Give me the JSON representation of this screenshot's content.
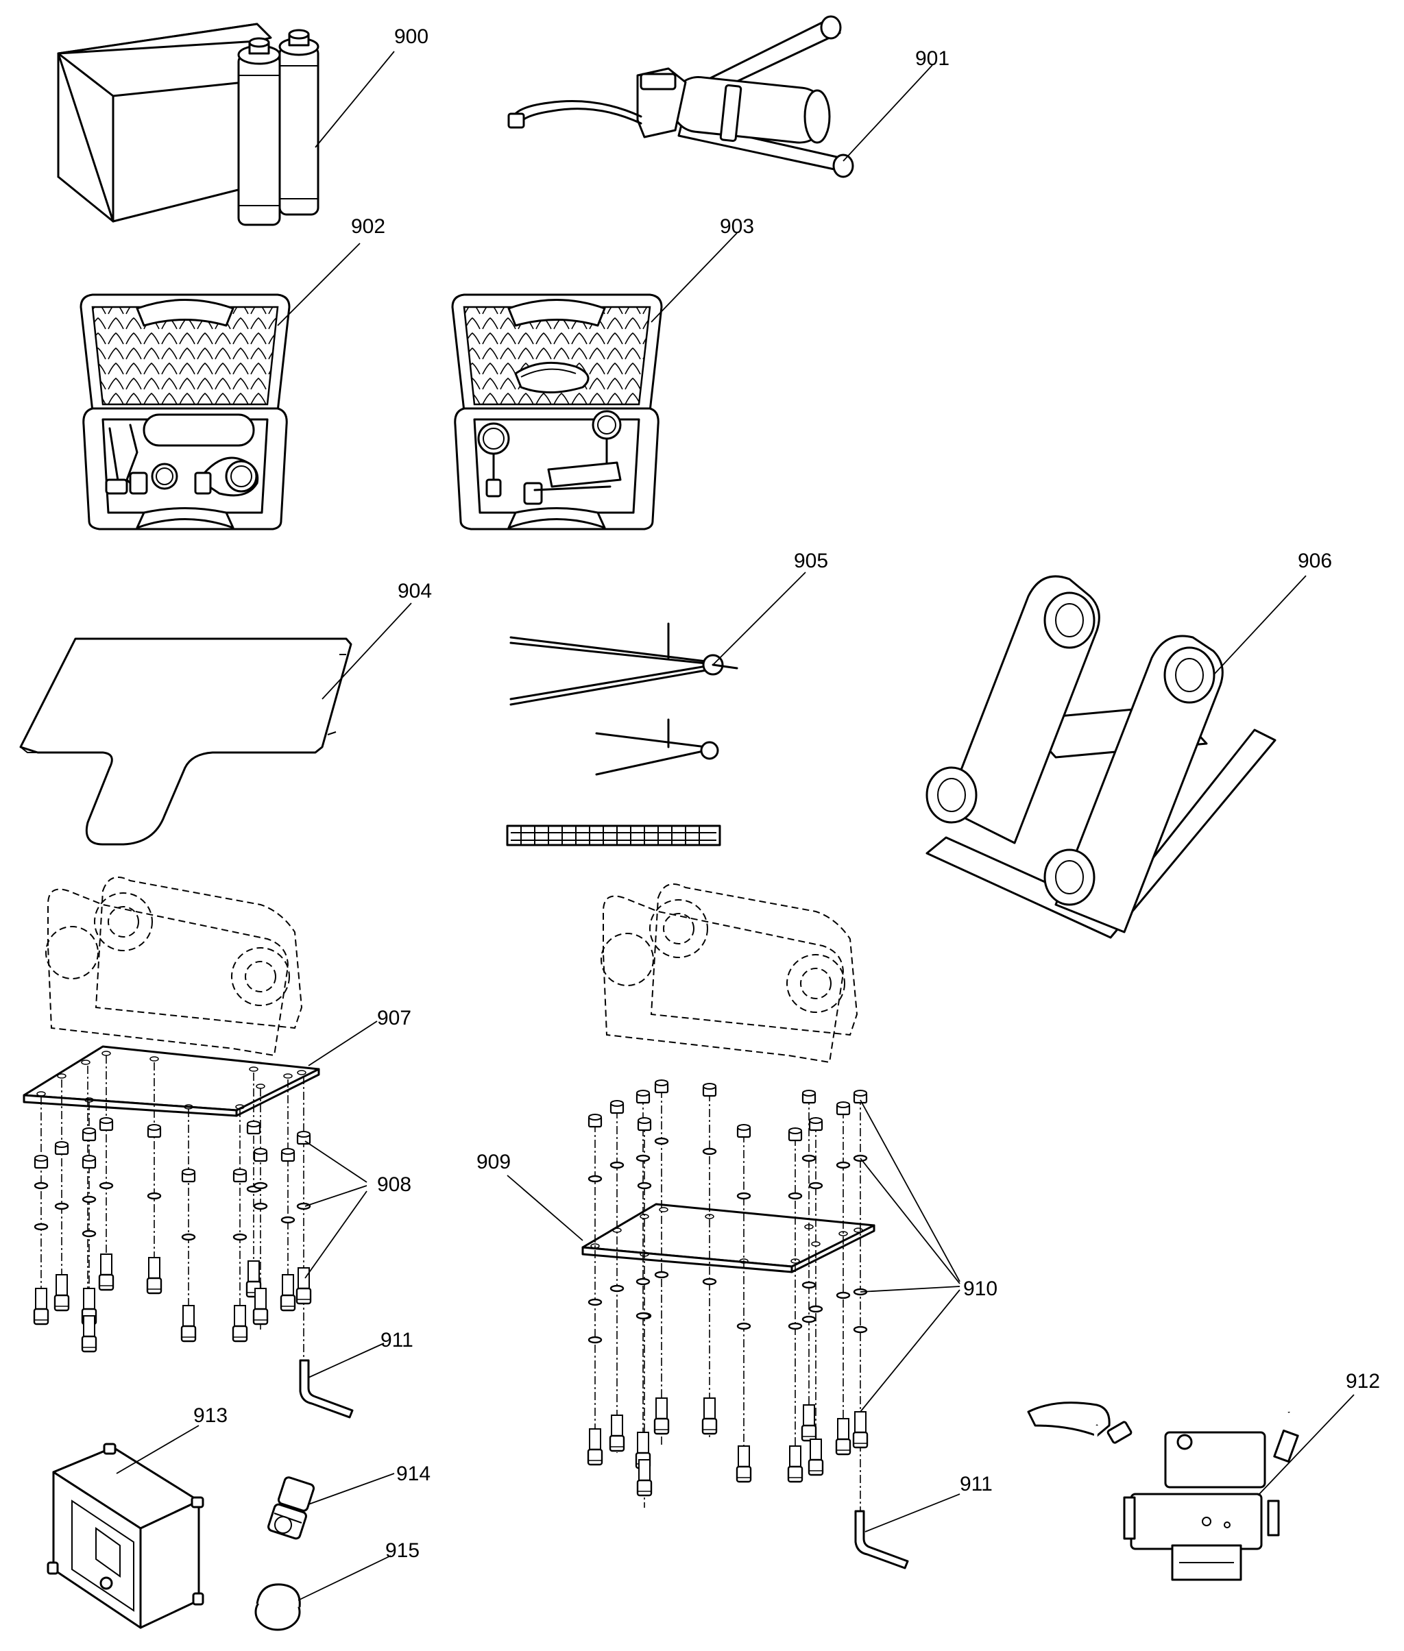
{
  "labels": {
    "l900": "900",
    "l901": "901",
    "l902": "902",
    "l903": "903",
    "l904": "904",
    "l905": "905",
    "l906": "906",
    "l907": "907",
    "l908": "908",
    "l909": "909",
    "l910": "910",
    "l911a": "911",
    "l911b": "911",
    "l912": "912",
    "l913": "913",
    "l914": "914",
    "l915": "915"
  },
  "colors": {
    "ink": "#000000",
    "paper": "#ffffff"
  }
}
